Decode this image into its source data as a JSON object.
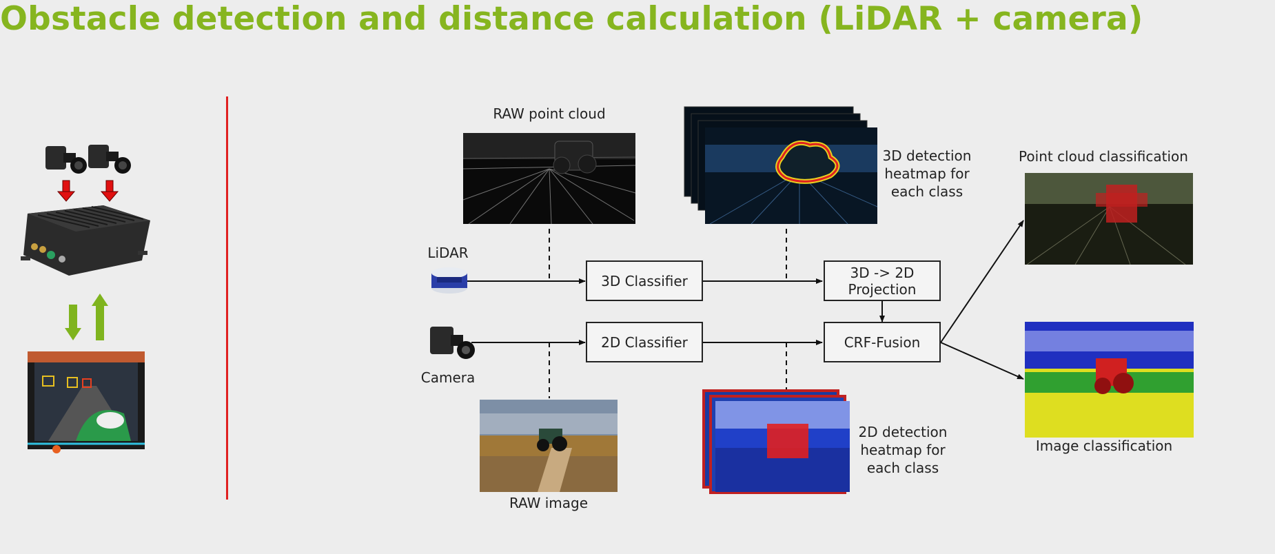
{
  "title": "Obstacle detection and distance calculation (LiDAR + camera)",
  "labels": {
    "raw_point_cloud": "RAW point cloud",
    "heatmap_3d": "3D detection heatmap for each class",
    "point_cloud_classification": "Point cloud classification",
    "lidar": "LiDAR",
    "camera": "Camera",
    "raw_image": "RAW image",
    "heatmap_2d": "2D detection heatmap for each class",
    "image_classification": "Image classification"
  },
  "boxes": {
    "classifier_3d": "3D Classifier",
    "projection": "3D -> 2D Projection",
    "classifier_2d": "2D Classifier",
    "crf_fusion": "CRF-Fusion"
  },
  "colors": {
    "title": "#86b51f",
    "divider": "#e02020",
    "down_arrows": "#e01010",
    "updown_arrows": "#7fb41e"
  }
}
